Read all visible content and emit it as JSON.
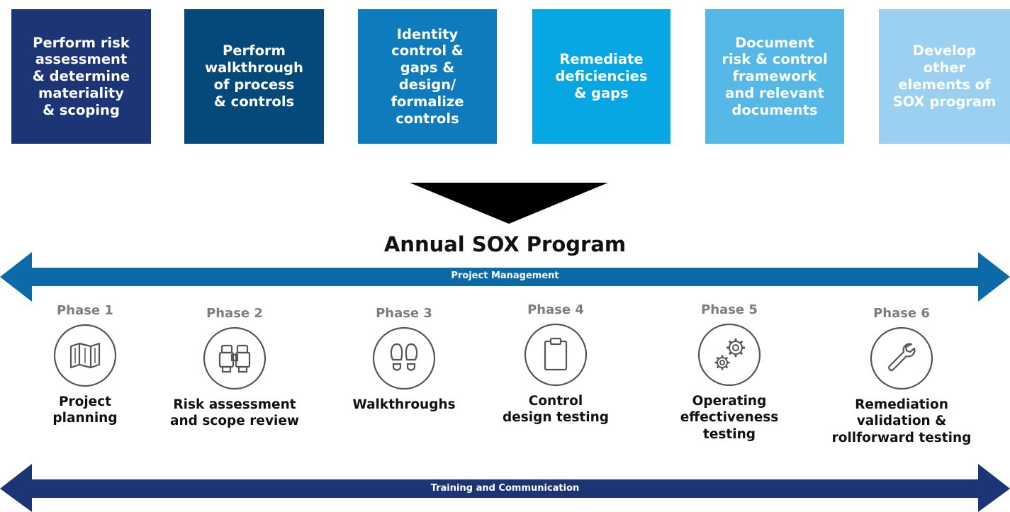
{
  "steps": [
    {
      "label": "Perform risk\nassessment\n& determine\nmateriality\n& scoping",
      "color": "#1b3575"
    },
    {
      "label": "Perform\nwalkthrough\nof process\n& controls",
      "color": "#05497b"
    },
    {
      "label": "Identity\ncontrol &\ngaps &\ndesign/\nformalize\ncontrols",
      "color": "#0e7bbc"
    },
    {
      "label": "Remediate\ndeficiencies\n& gaps",
      "color": "#07a7e4"
    },
    {
      "label": "Document\nrisk & control\nframework\nand relevant\ndocuments",
      "color": "#55b8e6"
    },
    {
      "label": "Develop\nother\nelements of\nSOX program",
      "color": "#9bd0f0"
    }
  ],
  "program_title": "Annual SOX Program",
  "top_arrow": {
    "label": "Project Management",
    "color": "#0b6aa7"
  },
  "bottom_arrow": {
    "label": "Training and Communication",
    "color": "#1b3575"
  },
  "phases": [
    {
      "name": "Phase 1",
      "icon": "map-icon",
      "description": "Project\nplanning"
    },
    {
      "name": "Phase 2",
      "icon": "binoculars-icon",
      "description": "Risk assessment\nand scope review"
    },
    {
      "name": "Phase 3",
      "icon": "footprints-icon",
      "description": "Walkthroughs"
    },
    {
      "name": "Phase 4",
      "icon": "clipboard-icon",
      "description": "Control\ndesign testing"
    },
    {
      "name": "Phase 5",
      "icon": "gears-icon",
      "description": "Operating\neffectiveness\ntesting"
    },
    {
      "name": "Phase 6",
      "icon": "wrench-icon",
      "description": "Remediation\nvalidation &\nrollforward testing"
    }
  ]
}
